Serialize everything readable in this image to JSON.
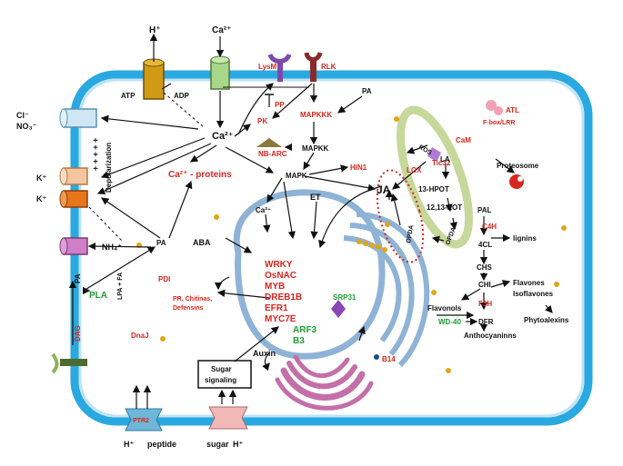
{
  "colors": {
    "membrane": "#2aa8e0",
    "membrane_inner": "#bfe3f5",
    "nucleus": "#8fb3d6",
    "red_text": "#d7261e",
    "green_text": "#1e9e33",
    "chloroplast": "#c6d89a",
    "golgi": "#c46fa8",
    "dots": "#e0a619"
  },
  "ions": {
    "h_plus_top": "H⁺",
    "ca2_top": "Ca²⁺",
    "atp": "ATP",
    "adp": "ADP",
    "cl_no3_line1": "Cl⁻",
    "cl_no3_line2": "NO₃⁻",
    "k_plus_1": "K⁺",
    "k_plus_2": "K⁺",
    "nh4": "NH₄⁺",
    "depolarization": "Depolarization",
    "plus_signs": "+ + + + +",
    "h_plus_bottom_left": "H⁺",
    "peptide": "peptide",
    "sugar": "sugar",
    "h_plus_bottom_right": "H⁺"
  },
  "receptors": {
    "lysm": "LysM",
    "rlk": "RLK",
    "pp": "PP",
    "pk": "PK",
    "mapkkk": "MAPKKK",
    "pa_top": "PA",
    "nb_arc": "NB-ARC",
    "mapkk": "MAPKK",
    "mapk": "MAPK",
    "hin1": "HIN1",
    "atl": "ATL",
    "fbox": "F-box/LRR",
    "cam": "CaM",
    "tic32": "Tic32",
    "ros": "ROS",
    "proteosome": "Proteosome"
  },
  "cytoplasm": {
    "ca2_center": "Ca²⁺",
    "ca2_proteins": "Ca²⁺ - proteins",
    "pa_mid": "PA",
    "et": "ET",
    "ca2_nuc": "Ca²⁺",
    "aba": "ABA",
    "pdi": "PDI",
    "pr_line1": "PR, Chitinas,",
    "pr_line2": "Defensins",
    "dnaj": "DnaJ",
    "pla": "PLA",
    "pa_left": "PA",
    "lpa_fa": "LPA + FA",
    "dag": "DAG",
    "auxin": "Auxin",
    "sugar_signaling_line1": "Sugar",
    "sugar_signaling_line2": "signaling",
    "ptr2": "PTR2",
    "srp31": "SRP31",
    "b14": "B14"
  },
  "nucleus_tfs": [
    "WRKY",
    "OsNAC",
    "MYB",
    "DREB1B",
    "EFR1",
    "MYC7E"
  ],
  "nucleus_green": [
    "ARF3",
    "B3"
  ],
  "jasmonate": {
    "ja": "JA",
    "la": "LA",
    "lox": "LOX",
    "hpot": "13-HPOT",
    "eot": "12,13-EOT",
    "opda_in": "OPDA",
    "opda_out": "OPDA"
  },
  "phenylpropanoid": {
    "pal": "PAL",
    "c4h": "C4H",
    "lignins": "lignins",
    "fourcl": "4CL",
    "chs": "CHS",
    "chi": "CHI",
    "flavones": "Flavones",
    "isoflavones": "Isoflavones",
    "flavonols": "Flavonols",
    "phytoalexins": "Phytoalexins",
    "wd40": "WD-40",
    "dfr": "DFR",
    "f3h": "F3H",
    "anthocyanins": "Anthocyaninns"
  }
}
